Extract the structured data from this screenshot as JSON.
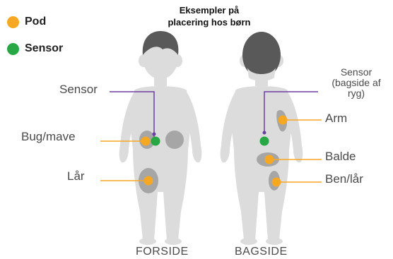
{
  "legend": [
    {
      "label": "Pod",
      "color": "#F7A823"
    },
    {
      "label": "Sensor",
      "color": "#28A745"
    }
  ],
  "title": "Eksempler på\nplacering hos børn",
  "front": {
    "caption": "FORSIDE",
    "labels": {
      "sensor": "Sensor",
      "belly": "Bug/mave",
      "thigh": "Lår"
    }
  },
  "back": {
    "caption": "BAGSIDE",
    "labels": {
      "sensor_line1": "Sensor",
      "sensor_line2": "(bagside af",
      "sensor_line3": "ryg)",
      "arm": "Arm",
      "buttock": "Balde",
      "leg": "Ben/lår"
    }
  },
  "colors": {
    "pod": "#F7A823",
    "sensor": "#28A745",
    "body": "#DCDCDC",
    "hair": "#595959",
    "zone": "#A6A6A6",
    "line_sensor": "#6B3FA0",
    "line_pod": "#F7A823"
  }
}
